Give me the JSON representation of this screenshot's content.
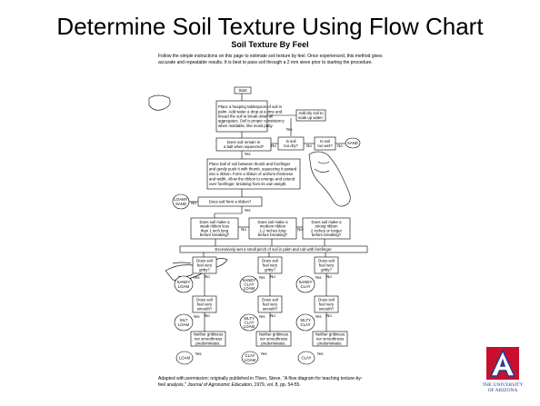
{
  "slide": {
    "title": "Determine Soil Texture Using Flow Chart",
    "doc_title": "Soil Texture By Feel",
    "intro": "Follow the simple instructions on this page to estimate soil texture by feel. Once experienced, this method gives accurate and repeatable results. It is best to pass soil through a 2 mm sieve prior to starting the procedure.",
    "footer_prefix": "Adapted with permission; originally published in Thien, Steve, \"A flow diagram for teaching texture-by-feel analysis,\"",
    "footer_journal": "Journal of Agronomic Education",
    "footer_suffix": ", 1979, vol. 8, pp. 54-55.",
    "logo_text_1": "THE UNIVERSITY",
    "logo_text_2": "OF ARIZONA",
    "logo_letter": "A"
  },
  "flow": {
    "start": "Start",
    "step1": [
      "Place a heaping tablespoon of soil in",
      "palm. Add water a drop at a time and",
      "knead the soil to break down all",
      "aggregates. Soil is proper consistency",
      "when moldable, like moist putty."
    ],
    "add_dry": [
      "Add dry soil to",
      "soak up water."
    ],
    "q_remain": [
      "Does soil remain in",
      "a ball when squeezed?"
    ],
    "q_too_dry": [
      "Is soil",
      "too dry?"
    ],
    "q_too_wet": [
      "Is soil",
      "too wet?"
    ],
    "sand": "SAND",
    "step2": [
      "Place ball of soil between thumb and forefinger",
      "and gently push it with thumb, squeezing it upward",
      "into a ribbon. Form a ribbon of uniform thickness",
      "and width. Allow the ribbon to emerge and extend",
      "over forefinger, breaking from its own weight."
    ],
    "loamy_sand": [
      "LOAMY",
      "SAND"
    ],
    "q_ribbon": "Does soil form a ribbon?",
    "q_weak": [
      "Does soil make a",
      "weak ribbon less",
      "than 1 inch long",
      "before breaking?"
    ],
    "q_medium": [
      "Does soil make a",
      "medium ribbon",
      "1-2 inches long",
      "before breaking?"
    ],
    "q_strong": [
      "Does soil make a",
      "strong ribbon",
      "2 inches or longer",
      "before breaking?"
    ],
    "step3": "Excessively wet a small pinch of soil in palm and rub with forefinger.",
    "q_gritty": [
      "Does soil",
      "feel very",
      "gritty?"
    ],
    "q_smooth": [
      "Does soil",
      "feel very",
      "smooth?"
    ],
    "q_neither": [
      "Neither grittiness",
      "nor smoothness",
      "predominates."
    ],
    "results_gritty": [
      [
        "SANDY",
        "LOAM"
      ],
      [
        "SANDY",
        "CLAY",
        "LOAM"
      ],
      [
        "SANDY",
        "CLAY"
      ]
    ],
    "results_smooth": [
      [
        "SILT",
        "LOAM"
      ],
      [
        "SILTY",
        "CLAY",
        "LOAM"
      ],
      [
        "SILTY",
        "CLAY"
      ]
    ],
    "results_neither": [
      [
        "LOAM"
      ],
      [
        "CLAY",
        "LOAM"
      ],
      [
        "CLAY"
      ]
    ],
    "yes": "Yes",
    "no": "No"
  }
}
